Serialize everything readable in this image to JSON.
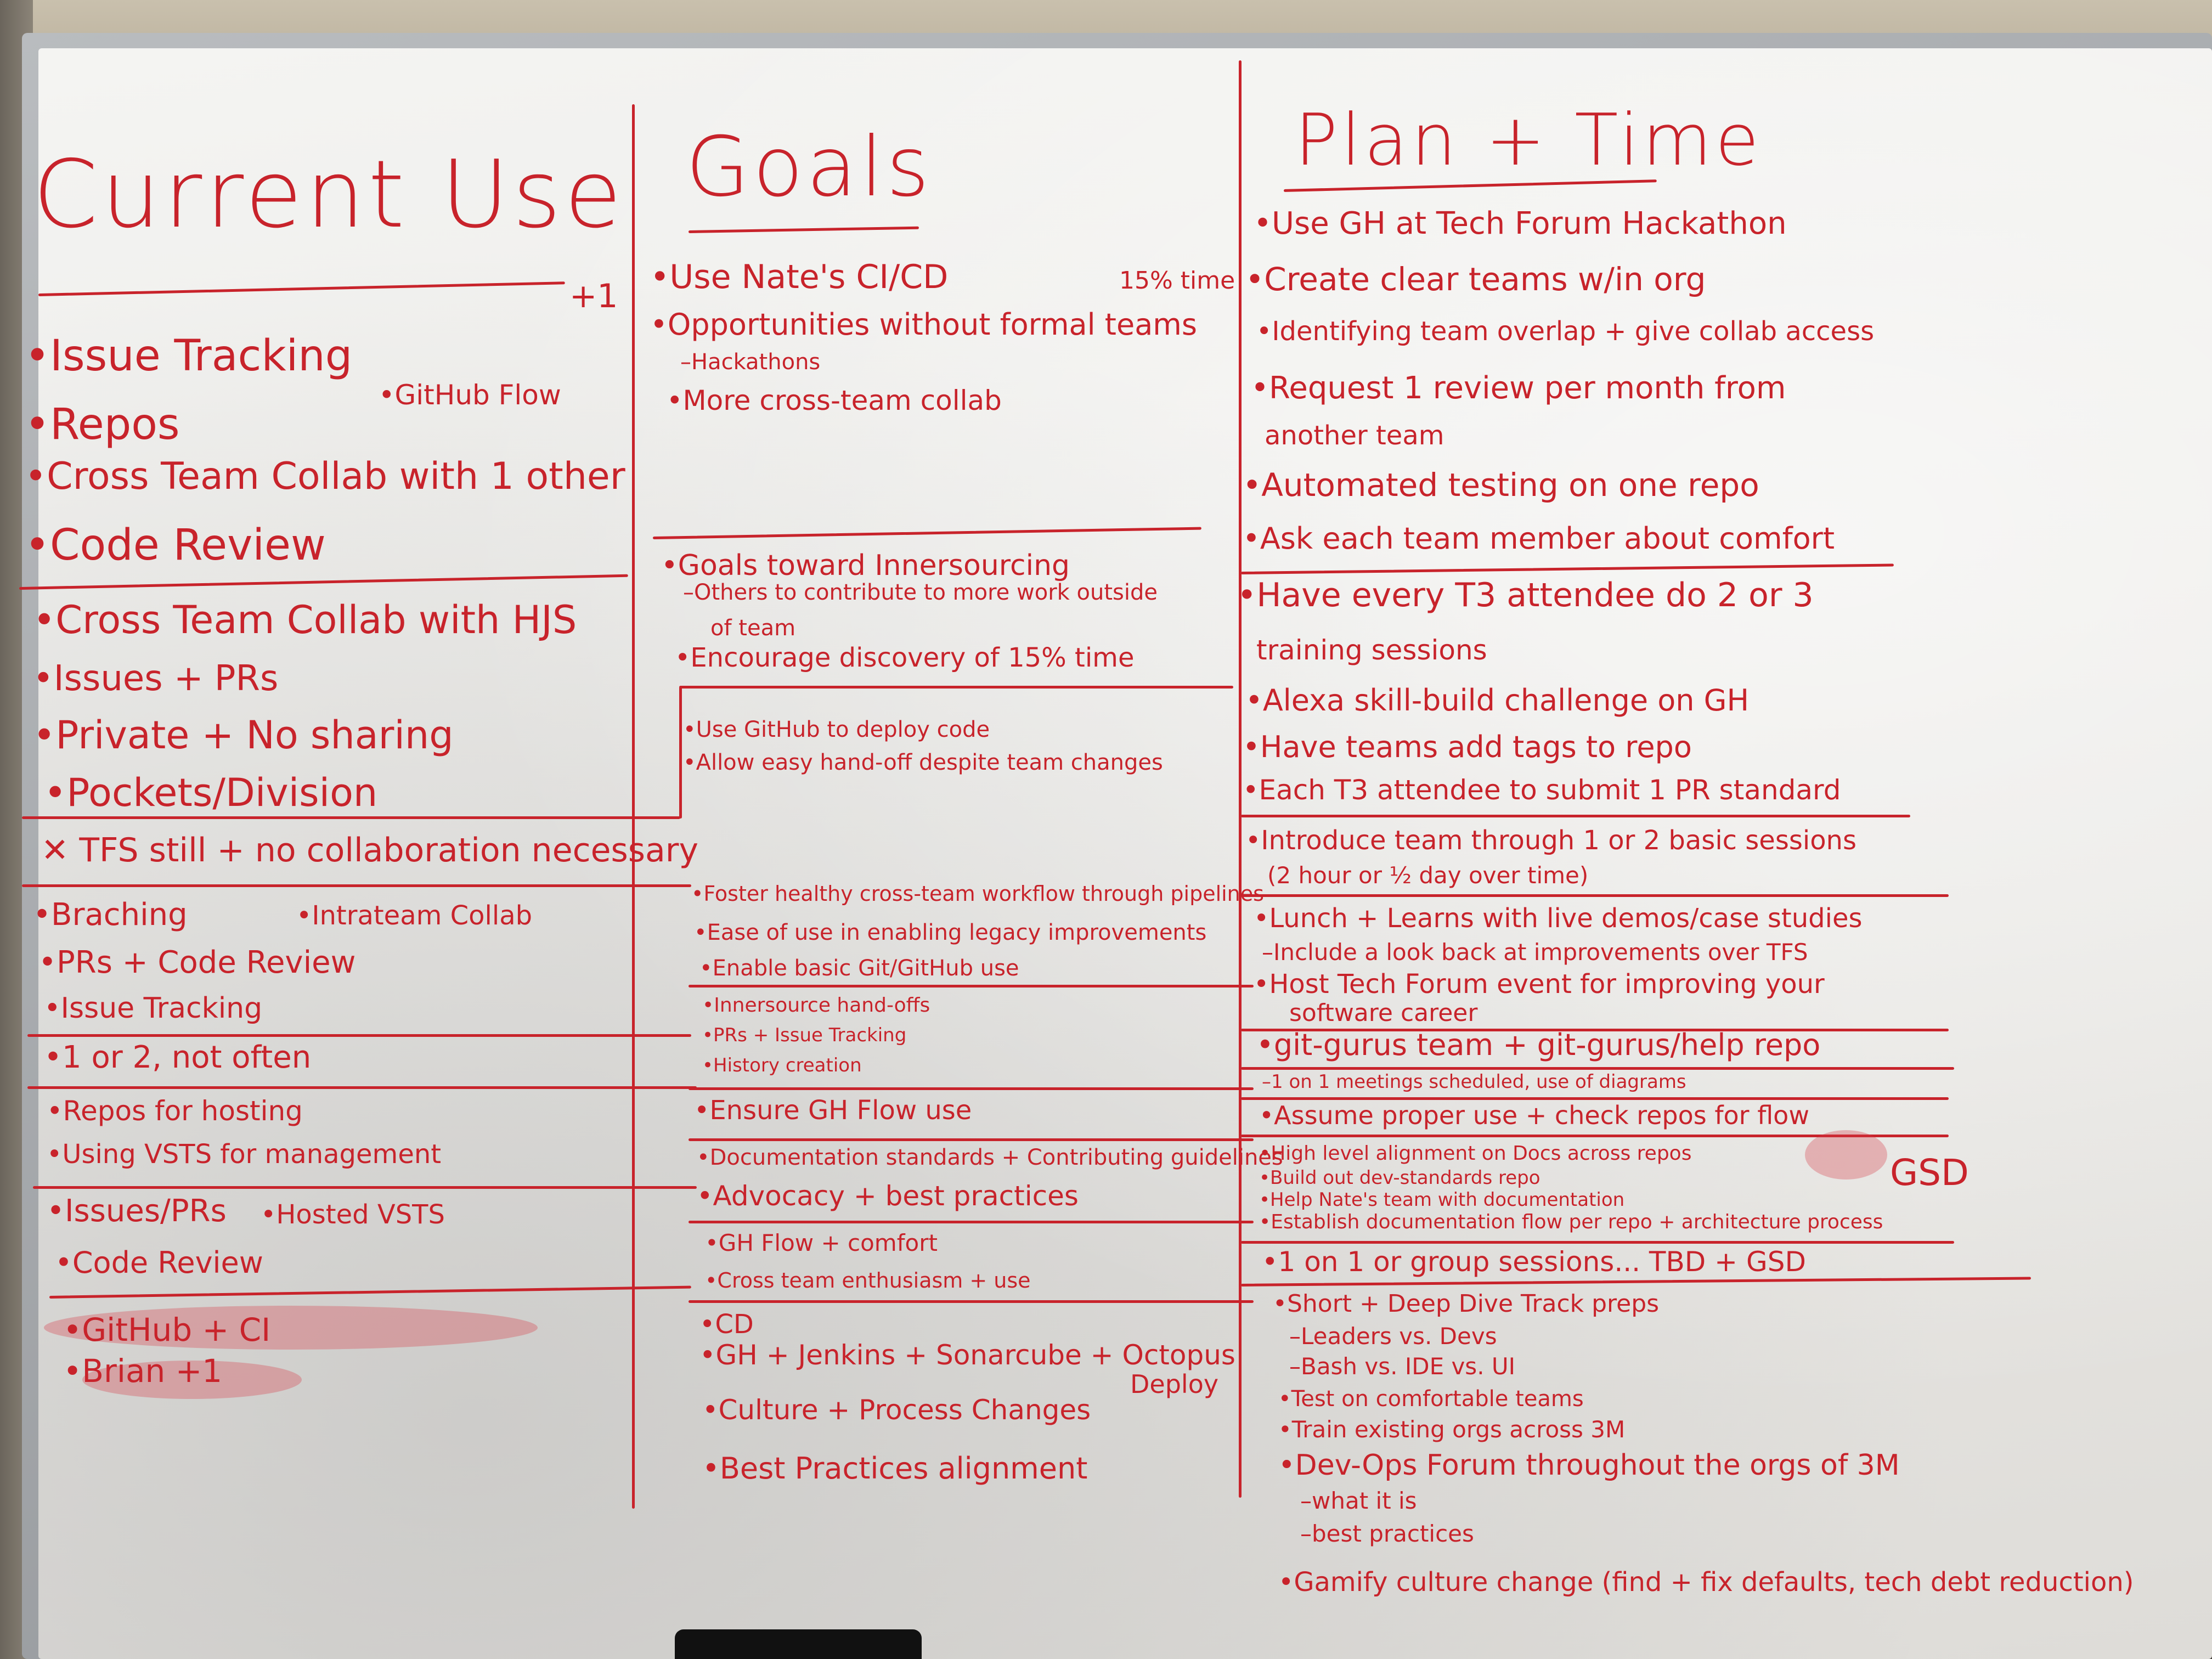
{
  "current_use": {
    "header": "Current Use",
    "plus_one": "+1",
    "github_flow": "•GitHub Flow",
    "s1": [
      "•Issue Tracking",
      "•Repos",
      "•Cross Team Collab with 1 other",
      "•Code Review"
    ],
    "s2": [
      "•Cross Team Collab with HJS",
      "•Issues + PRs",
      "•Private + No sharing",
      "•Pockets/Division"
    ],
    "x_line": "✕ TFS still + no collaboration necessary",
    "s3": [
      "•Braching",
      "•PRs + Code Review",
      "•Issue Tracking"
    ],
    "s3_side": "•Intrateam Collab",
    "s4": [
      "•1 or 2, not often"
    ],
    "s5": [
      "•Repos for hosting",
      "•Using VSTS for management"
    ],
    "s6": [
      "•Issues/PRs",
      "•Code Review"
    ],
    "s6_side": "•Hosted VSTS",
    "s7": [
      "•GitHub + CI",
      "•Brian +1"
    ]
  },
  "goals": {
    "header": "Goals",
    "time_note": "15% time",
    "s1": [
      "•Use Nate's CI/CD",
      "•Opportunities without formal teams",
      "–Hackathons",
      "•More cross-team collab"
    ],
    "s2": [
      "•Goals toward Innersourcing",
      "–Others to contribute to more work outside",
      "of team",
      "•Encourage discovery of 15% time"
    ],
    "s3": [
      "•Use GitHub to deploy code",
      "•Allow easy hand-off despite team changes"
    ],
    "s4": [
      "•Foster healthy cross-team workflow through pipelines",
      "•Ease of use in enabling legacy improvements",
      "•Enable basic Git/GitHub use"
    ],
    "s5": [
      "•Innersource hand-offs",
      "•PRs + Issue Tracking",
      "•History creation"
    ],
    "s6": [
      "•Ensure GH Flow use"
    ],
    "s7": [
      "•Documentation standards + Contributing guidelines",
      "•Advocacy + best practices"
    ],
    "s8": [
      "•GH Flow + comfort",
      "•Cross team enthusiasm + use"
    ],
    "s9": [
      "•CD",
      "•GH + Jenkins + Sonarcube + Octopus",
      "Deploy",
      "•Culture + Process Changes",
      "•Best Practices alignment"
    ]
  },
  "plan": {
    "header": "Plan + Time",
    "s1": [
      "•Use GH at Tech Forum Hackathon",
      "•Create clear teams w/in org",
      "•Identifying team overlap + give collab access",
      "•Request 1 review per month from",
      "another team",
      "•Automated testing on one repo",
      "•Ask each team member about comfort"
    ],
    "s2": [
      "•Have every T3 attendee do 2 or 3",
      "training sessions",
      "•Alexa skill-build challenge on GH",
      "•Have teams add tags to repo",
      "•Each T3 attendee to submit 1 PR standard"
    ],
    "s3": [
      "•Introduce team through 1 or 2 basic sessions",
      "(2 hour or ½ day over time)"
    ],
    "s4": [
      "•Lunch + Learns with live demos/case studies",
      "–Include a look back at improvements over TFS",
      "•Host Tech Forum event for improving your",
      "software career"
    ],
    "s5": [
      "•git-gurus team + git-gurus/help repo",
      "–1 on 1 meetings scheduled, use of diagrams"
    ],
    "s6": [
      "•Assume proper use + check repos for flow"
    ],
    "s7": [
      "•High level alignment on Docs across repos",
      "•Build out dev-standards repo",
      "•Help Nate's team with documentation",
      "•Establish documentation flow per repo + architecture process"
    ],
    "gsd": "GSD",
    "s8": [
      "•1 on 1 or group sessions... TBD + GSD"
    ],
    "s9": [
      "•Short + Deep Dive Track preps",
      "–Leaders vs. Devs",
      "–Bash vs. IDE vs. UI",
      "•Test on comfortable teams",
      "•Train existing orgs across 3M",
      "•Dev-Ops Forum throughout the orgs of 3M",
      "–what it is",
      "–best practices",
      "•Gamify culture change (find + fix defaults, tech debt reduction)"
    ]
  },
  "colors": {
    "ink": "#c8232b",
    "board": "#eeedea",
    "frame": "#9da0a4"
  }
}
